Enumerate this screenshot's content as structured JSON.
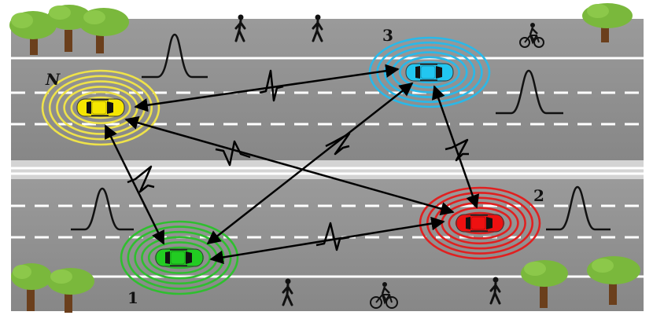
{
  "labels": {
    "car_n": "N",
    "car_1": "1",
    "car_2": "2",
    "car_3": "3"
  },
  "colors": {
    "road": "#8f8f8f",
    "lane_marking": "#ffffff",
    "car_n": "#f5e600",
    "car_1": "#22cc22",
    "car_2": "#ee1111",
    "car_3": "#22c6f0",
    "ring_n": "#eee24a",
    "ring_1": "#2fbf2f",
    "ring_2": "#e02020",
    "ring_3": "#2ab8e8",
    "tree": "#7ab83c",
    "trunk": "#6b3f1c",
    "link": "#000000"
  },
  "icons": [
    "tree-icon",
    "pedestrian-icon",
    "bicycle-icon",
    "gaussian-pulse-icon",
    "car-icon",
    "antenna-ring-icon"
  ]
}
